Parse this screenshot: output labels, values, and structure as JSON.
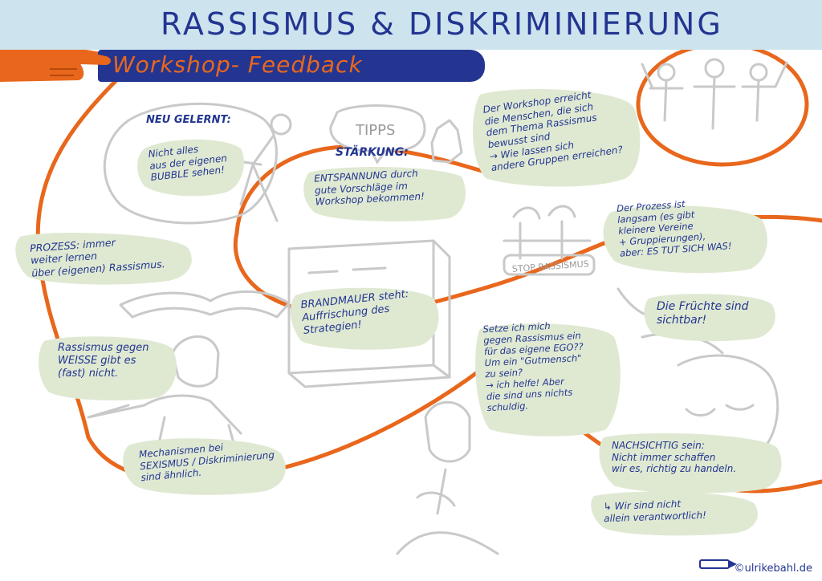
{
  "header": {
    "title": "RASSISMUS & DISKRIMINIERUNG",
    "subtitle": "Workshop- Feedback"
  },
  "colors": {
    "navy": "#233591",
    "orange": "#e8671c",
    "blob": "#dfe9d2",
    "sketch": "#c9c9c9",
    "band": "#cde4ef"
  },
  "notes": {
    "neu_gelernt": {
      "heading": "NEU GELERNT:",
      "text": "Nicht alles\naus der eigenen\nBUBBLE sehen!"
    },
    "tipps": "TIPPS",
    "staerkung": {
      "heading": "STÄRKUNG:",
      "text": "ENTSPANNUNG durch\ngute Vorschläge im\nWorkshop bekommen!"
    },
    "workshop_erreicht": "Der Workshop erreicht\ndie Menschen, die sich\ndem Thema Rassismus\nbewusst sind\n→ Wie lassen sich\nandere Gruppen erreichen?",
    "prozess_langsam": "Der Prozess ist\nlangsam (es gibt\nkleinere Vereine\n+ Gruppierungen),\naber: ES TUT SICH WAS!",
    "stop_rassismus": "STOP RASSISMUS",
    "prozess_lernen": "PROZESS: immer\nweiter lernen\nüber (eigenen) Rassismus.",
    "brandmauer": "BRANDMAUER steht:\nAuffrischung des\nStrategien!",
    "fruechte": "Die Früchte sind\nsichtbar!",
    "rassismus_weisse": "Rassismus gegen\nWEISSE gibt es\n(fast) nicht.",
    "ego": "Setze ich mich\ngegen Rassismus ein\nfür das eigene EGO??\nUm ein \"Gutmensch\"\nzu sein?\n→ ich helfe! Aber\ndie sind uns nichts\nschuldig.",
    "mechanismen": "Mechanismen bei\nSEXISMUS / Diskriminierung\nsind ähnlich.",
    "nachsichtig": "NACHSICHTIG sein:\nNicht immer schaffen\nwir es, richtig zu handeln.",
    "verantwortlich": "↳ Wir sind nicht\nallein verantwortlich!"
  },
  "credit": "©ulrikebahl.de"
}
